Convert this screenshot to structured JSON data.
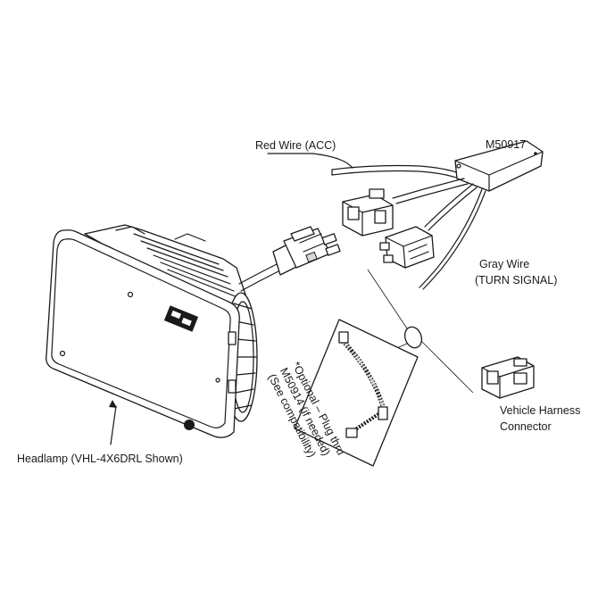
{
  "labels": {
    "red_wire": "Red Wire (ACC)",
    "module": "M50917",
    "gray_wire": "Gray Wire",
    "gray_wire_note": "(TURN SIGNAL)",
    "vehicle_harness": "Vehicle Harness",
    "vehicle_harness_2": "Connector",
    "headlamp": "Headlamp (VHL-4X6DRL Shown)",
    "optional_1": "*Optional – Plug thru",
    "optional_2": "M50914 (if needed)",
    "optional_3": "(See compatibility)"
  },
  "colors": {
    "ink": "#1a1a1a",
    "background": "#ffffff"
  }
}
